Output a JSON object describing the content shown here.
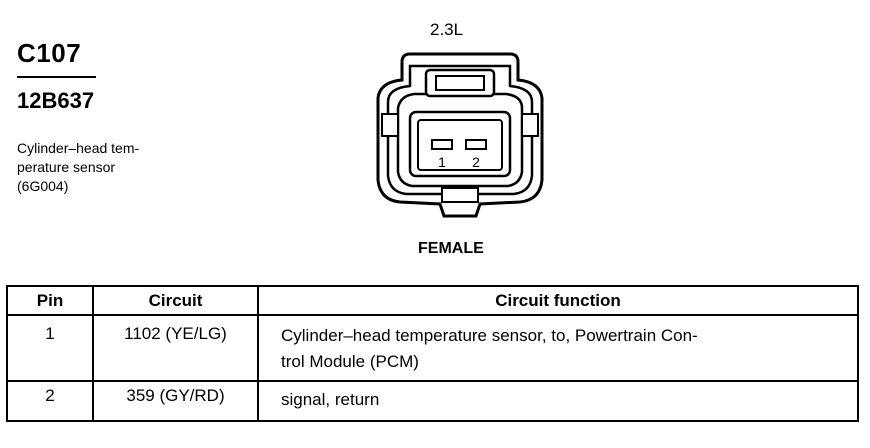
{
  "connector": {
    "id": "C107",
    "part_number": "12B637",
    "description_lines": [
      "Cylinder–head tem-",
      "perature sensor",
      "(6G004)"
    ],
    "engine": "2.3L",
    "gender": "FEMALE",
    "pin_labels": [
      "1",
      "2"
    ]
  },
  "table": {
    "headers": [
      "Pin",
      "Circuit",
      "Circuit function"
    ],
    "rows": [
      {
        "pin": "1",
        "circuit": "1102 (YE/LG)",
        "function_lines": [
          "Cylinder–head temperature sensor, to, Powertrain Con-",
          "trol Module (PCM)"
        ]
      },
      {
        "pin": "2",
        "circuit": "359 (GY/RD)",
        "function_lines": [
          "signal, return"
        ]
      }
    ]
  }
}
